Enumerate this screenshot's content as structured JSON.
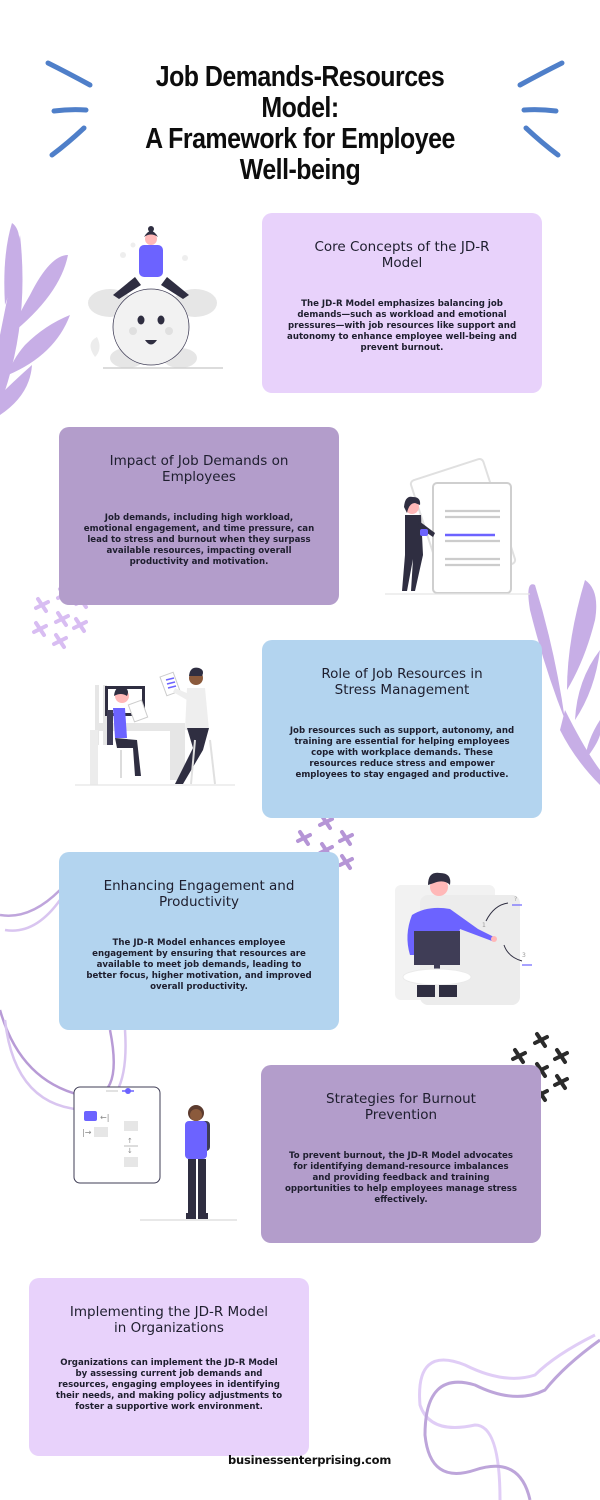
{
  "header": {
    "title_lines": [
      "Job Demands-Resources Model:",
      "A Framework for Employee",
      "Well-being"
    ],
    "accent_color": "#4f7fc9"
  },
  "sections": [
    {
      "title": "Core Concepts of the JD-R Model",
      "body": "The JD-R Model emphasizes balancing job demands—such as workload and emotional pressures—with job resources like support and autonomy to enhance employee well-being and prevent burnout.",
      "color": "#e8d2fb",
      "illustration": "person-sitting-on-smiley-ball"
    },
    {
      "title": "Impact of Job Demands on Employees",
      "body": "Job demands, including high workload, emotional engagement, and time pressure, can lead to stress and burnout when they surpass available resources, impacting overall productivity and motivation.",
      "color": "#b39dcb",
      "illustration": "woman-pointing-at-document"
    },
    {
      "title": "Role of Job Resources in Stress Management",
      "body": "Job resources such as support, autonomy, and training are essential for helping employees cope with workplace demands. These resources reduce stress and empower employees to stay engaged and productive.",
      "color": "#b3d4ef",
      "illustration": "two-coworkers-at-desk"
    },
    {
      "title": "Enhancing Engagement and Productivity",
      "body": "The JD-R Model enhances employee engagement by ensuring that resources are available to meet job demands, leading to better focus, higher motivation, and improved overall productivity.",
      "color": "#b3d4ef",
      "illustration": "man-presenting-at-monitor"
    },
    {
      "title": "Strategies for Burnout Prevention",
      "body": "To prevent burnout, the JD-R Model advocates for identifying demand-resource imbalances and providing feedback and training opportunities to help employees manage stress effectively.",
      "color": "#b39dcb",
      "illustration": "woman-beside-layout-panel"
    },
    {
      "title": "Implementing the JD-R Model in Organizations",
      "body": "Organizations can implement the JD-R Model by assessing current job demands and resources, engaging employees in identifying their needs, and making policy adjustments to foster a supportive work environment.",
      "color": "#e8d2fb",
      "illustration": "none"
    }
  ],
  "footer": {
    "source": "businessenterprising.com"
  }
}
